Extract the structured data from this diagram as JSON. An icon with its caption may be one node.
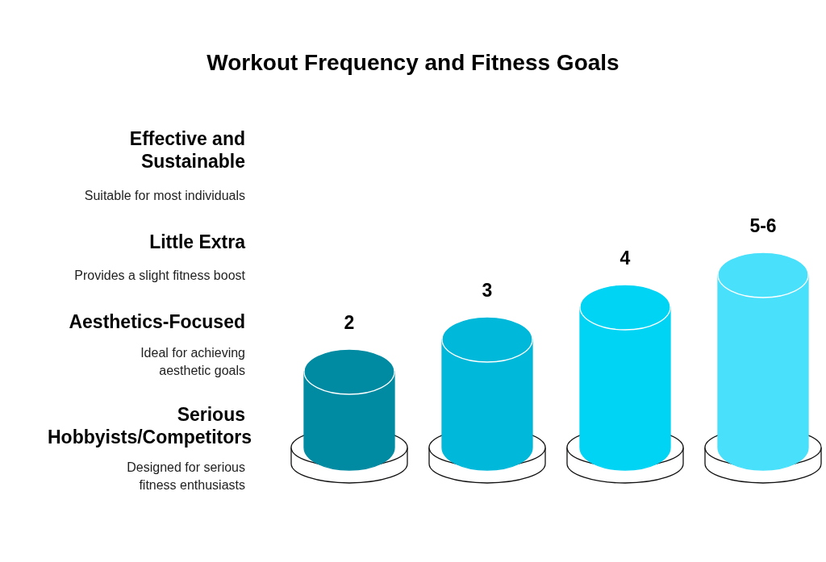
{
  "diagram": {
    "title": "Workout Frequency and Fitness Goals",
    "nodes": [
      {
        "text": [
          "2"
        ]
      },
      {
        "text": [
          "3"
        ]
      },
      {
        "text": [
          "4"
        ]
      },
      {
        "text": [
          "5-6"
        ]
      }
    ],
    "labels": [
      "Effective and Sustainable",
      "Suitable for most individuals",
      "Little Extra",
      "Provides a slight fitness boost",
      "Aesthetics-Focused",
      "Ideal for achieving aesthetic goals",
      "Serious Hobbyists/Competitors",
      "Designed for serious fitness enthusiasts"
    ]
  }
}
